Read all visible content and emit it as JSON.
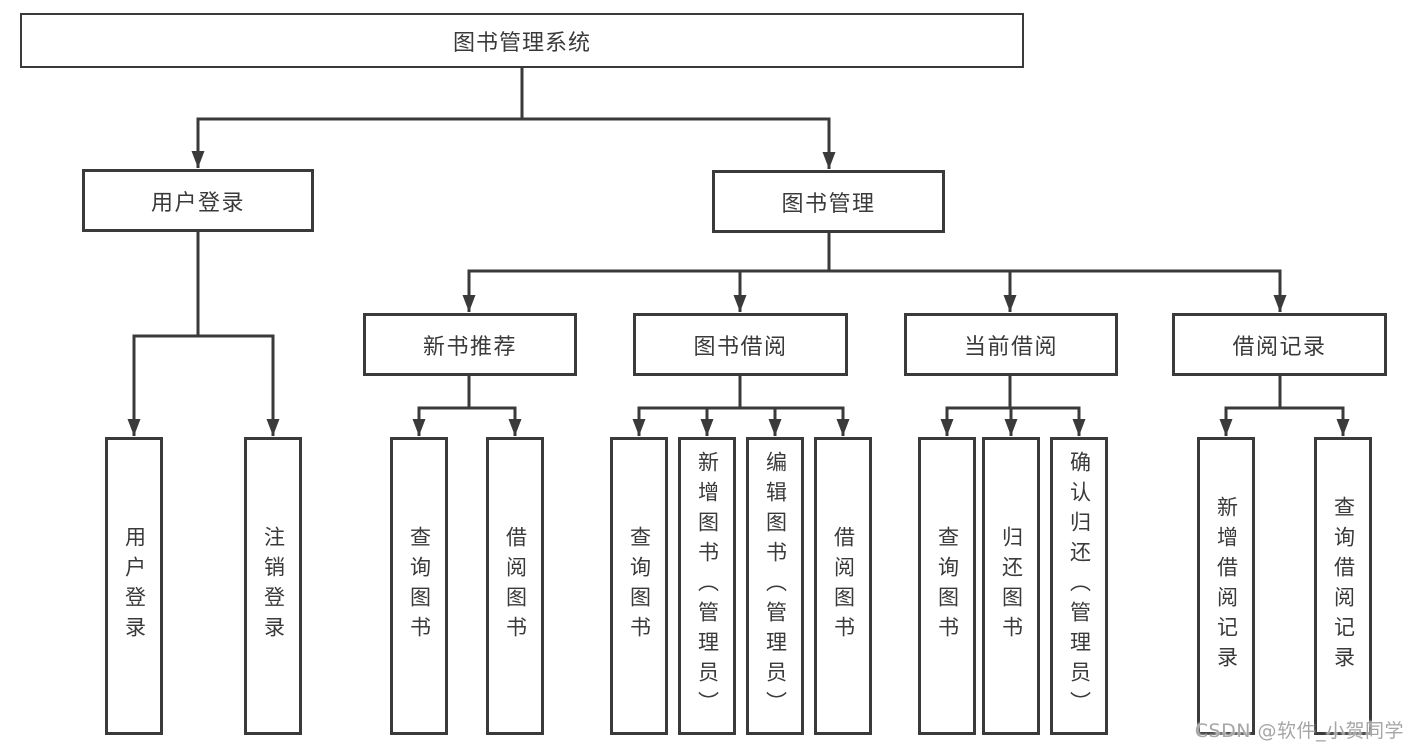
{
  "colors": {
    "line": "#3a3a3a",
    "box_background": "#ffffff",
    "watermark": "#a6a6a6"
  },
  "tree": {
    "label": "图书管理系统",
    "children": [
      {
        "label": "用户登录",
        "children": [
          {
            "label": "用户登录"
          },
          {
            "label": "注销登录"
          }
        ]
      },
      {
        "label": "图书管理",
        "children": [
          {
            "label": "新书推荐",
            "children": [
              {
                "label": "查询图书"
              },
              {
                "label": "借阅图书"
              }
            ]
          },
          {
            "label": "图书借阅",
            "children": [
              {
                "label": "查询图书"
              },
              {
                "label": "新增图书（管理员）"
              },
              {
                "label": "编辑图书（管理员）"
              },
              {
                "label": "借阅图书"
              }
            ]
          },
          {
            "label": "当前借阅",
            "children": [
              {
                "label": "查询图书"
              },
              {
                "label": "归还图书"
              },
              {
                "label": "确认归还（管理员）"
              }
            ]
          },
          {
            "label": "借阅记录",
            "children": [
              {
                "label": "新增借阅记录"
              },
              {
                "label": "查询借阅记录"
              }
            ]
          }
        ]
      }
    ]
  },
  "watermark": "CSDN @软件_小贺同学"
}
